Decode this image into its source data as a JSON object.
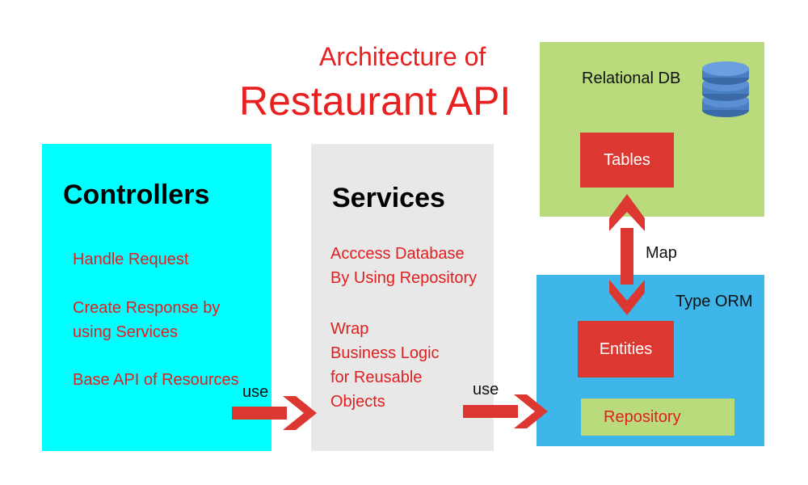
{
  "title": {
    "line1": "Architecture of",
    "line2": "Restaurant API"
  },
  "controllers": {
    "heading": "Controllers",
    "items": [
      "Handle Request",
      "Create Response by",
      "using Services",
      "Base API of Resources"
    ]
  },
  "services": {
    "heading": "Services",
    "items": [
      "Acccess Database",
      "By  Using Repository",
      "Wrap",
      "Business Logic",
      "for Reusable",
      "Objects"
    ]
  },
  "relational_db": {
    "label": "Relational DB",
    "tables": "Tables"
  },
  "type_orm": {
    "label": "Type ORM",
    "entities": "Entities",
    "repository": "Repository"
  },
  "connectors": {
    "use_1": "use",
    "use_2": "use",
    "map": "Map"
  },
  "colors": {
    "controllers_bg": "#00ffff",
    "services_bg": "#e8e8e8",
    "db_bg": "#b9db7c",
    "orm_bg": "#3eb6ea",
    "accent_red": "#dc3730",
    "title_red": "#e82020",
    "db_icon": "#4a7fc1"
  },
  "icons": {
    "database": "database-icon"
  }
}
